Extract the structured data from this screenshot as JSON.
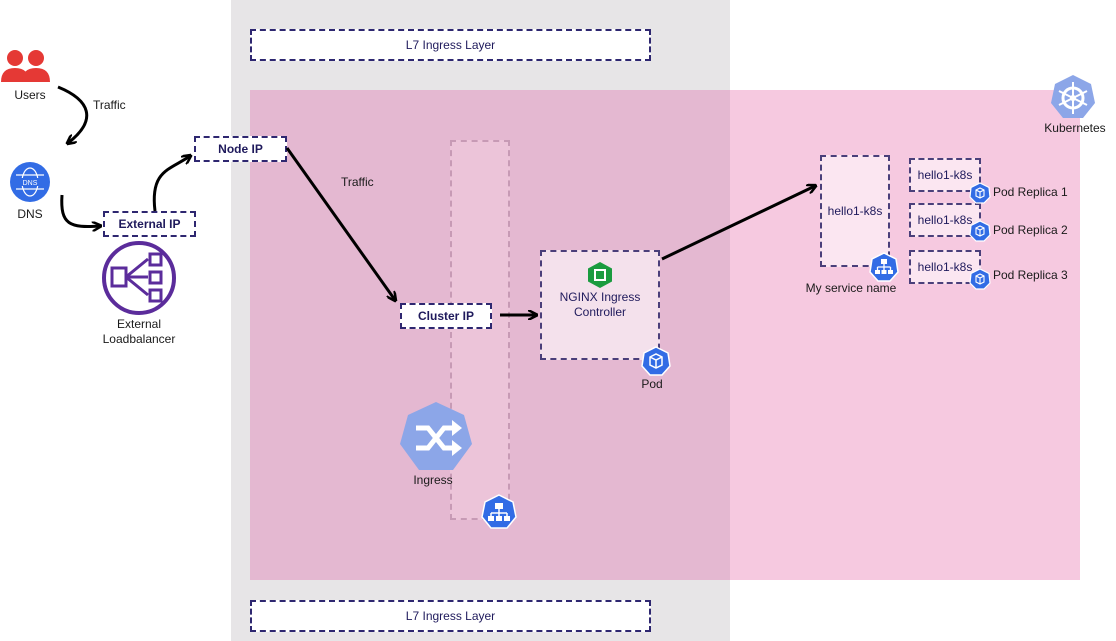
{
  "layers": {
    "top_label": "L7 Ingress Layer",
    "bottom_label": "L7 Ingress Layer"
  },
  "actors": {
    "users_label": "Users",
    "dns_label": "DNS",
    "dns_icon_text": "DNS",
    "lb_label_line1": "External",
    "lb_label_line2": "Loadbalancer"
  },
  "flows": {
    "traffic_1": "Traffic",
    "traffic_2": "Traffic"
  },
  "ips": {
    "external_ip": "External IP",
    "node_ip": "Node IP",
    "cluster_ip": "Cluster IP"
  },
  "ingress": {
    "label": "Ingress"
  },
  "controller": {
    "line1": "NGINX Ingress",
    "line2": "Controller",
    "pod_label": "Pod"
  },
  "service": {
    "name": "hello1-k8s",
    "label": "My service name"
  },
  "replicas": [
    {
      "name": "hello1-k8s",
      "label": "Pod Replica 1"
    },
    {
      "name": "hello1-k8s",
      "label": "Pod Replica 2"
    },
    {
      "name": "hello1-k8s",
      "label": "Pod Replica 3"
    }
  ],
  "kubernetes": {
    "label": "Kubernetes"
  },
  "colors": {
    "gray_band": "#e7e5e7",
    "pink_band": "#f6c9e0",
    "k8s_blue": "#326ce5",
    "users_red": "#e53935",
    "lb_purple": "#5b2c9b",
    "nginx_green": "#1a9b3f"
  }
}
